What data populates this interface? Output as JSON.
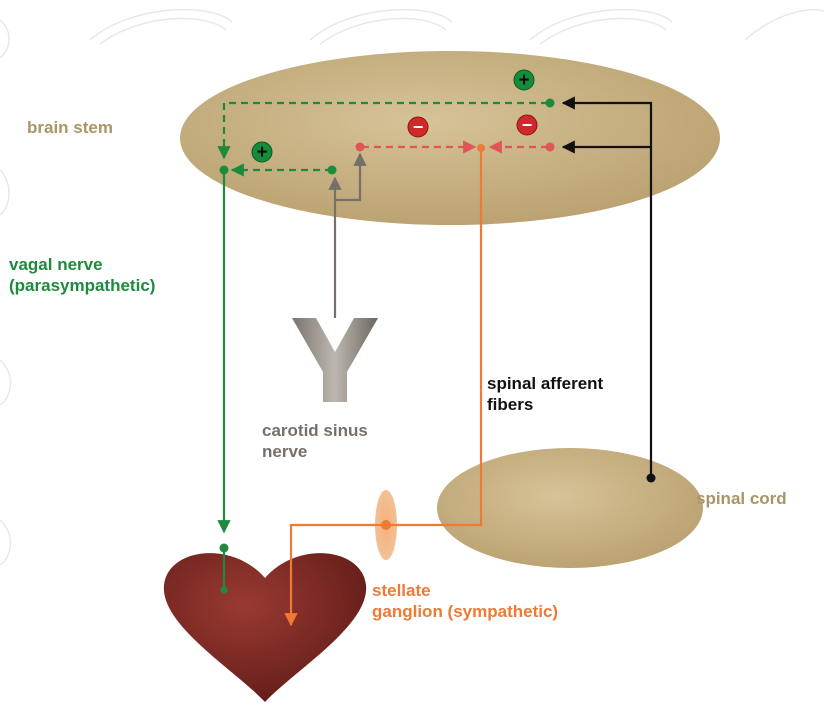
{
  "labels": {
    "brain_stem": "brain stem",
    "vagal_nerve_line1": "vagal nerve",
    "vagal_nerve_line2": "(parasympathetic)",
    "carotid_line1": "carotid sinus",
    "carotid_line2": "nerve",
    "spinal_afferent_line1": "spinal afferent",
    "spinal_afferent_line2": "fibers",
    "spinal_cord": "spinal cord",
    "stellate_line1": "stellate",
    "stellate_line2": "ganglion (sympathetic)"
  },
  "signs": {
    "excitatory": "+",
    "inhibitory": "−"
  },
  "colors": {
    "brain_stem_label": "#a99566",
    "parasympathetic": "#1e8a3c",
    "carotid": "#77706a",
    "afferent": "#111111",
    "spinal_cord_label": "#a99566",
    "sympathetic": "#ee7a33",
    "inhibitory_sign": "#cf2a2a",
    "inhibitory_path": "#e05555",
    "heart": "#7a2420",
    "tan": "#cbb688"
  }
}
